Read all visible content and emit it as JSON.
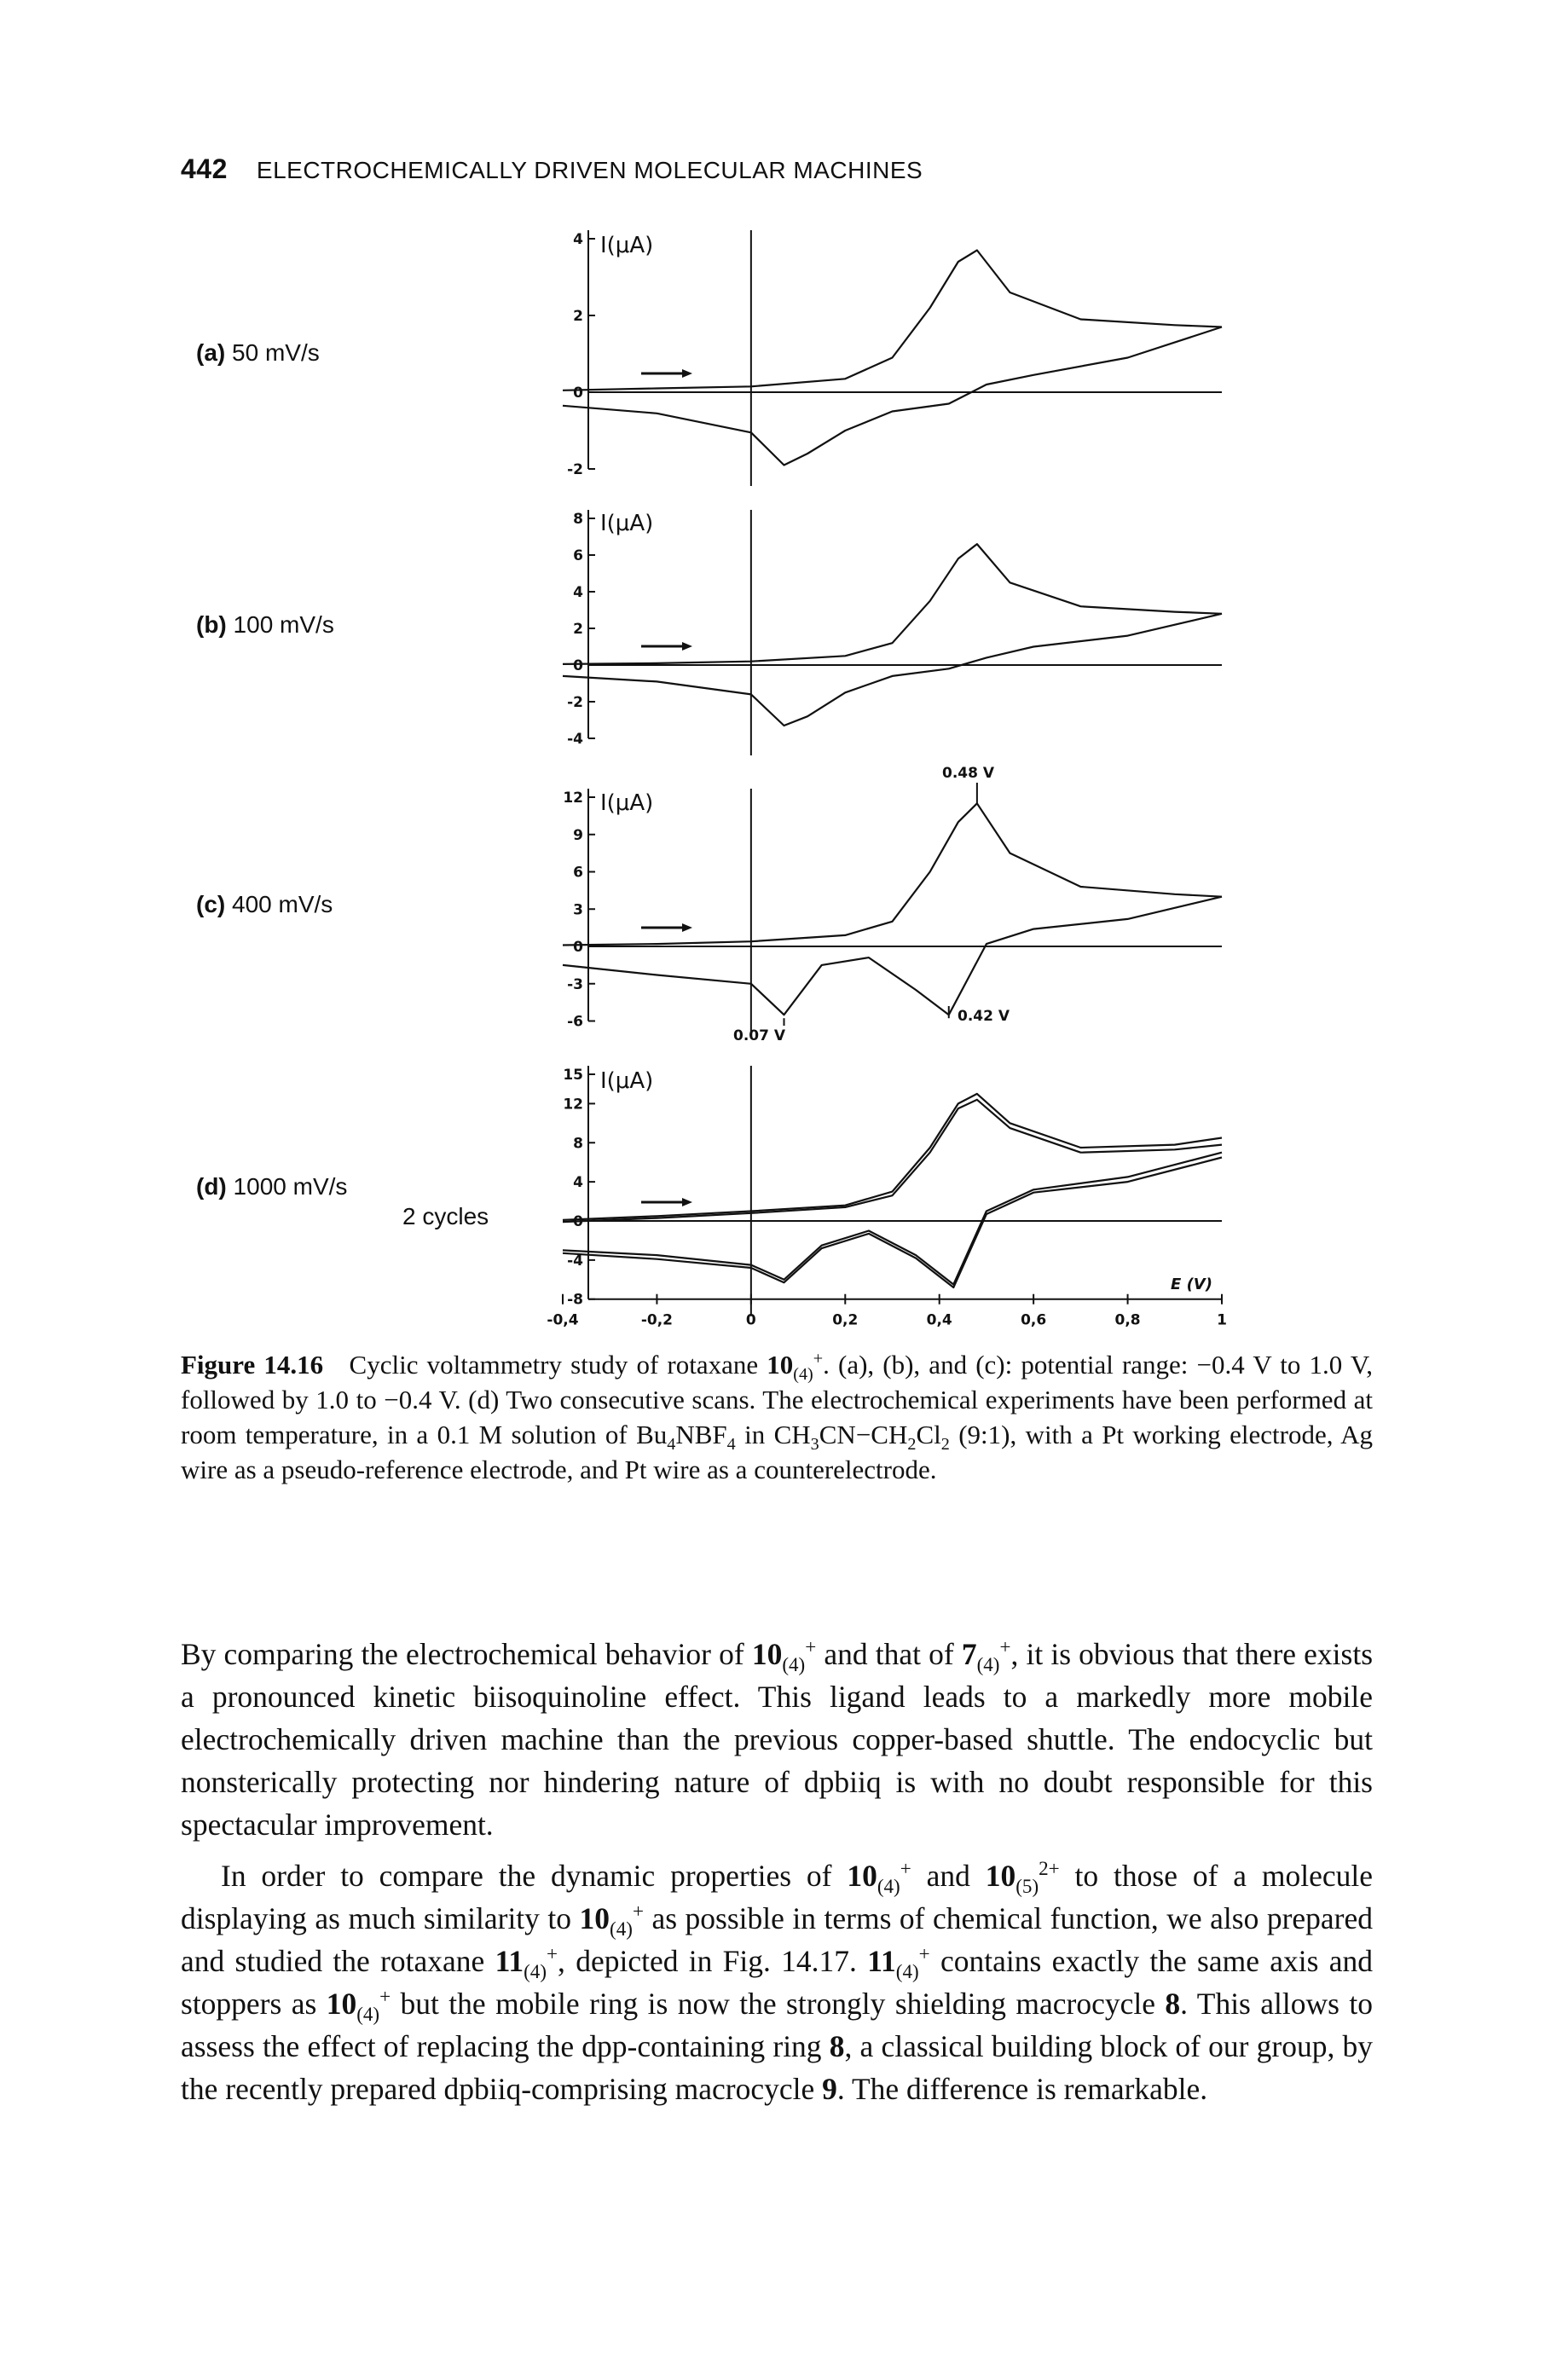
{
  "header": {
    "page_number": "442",
    "running_title": "ELECTROCHEMICALLY DRIVEN MOLECULAR MACHINES"
  },
  "figure": {
    "panels": [
      {
        "letter": "(a)",
        "rate": "50 mV/s",
        "extra": "",
        "yunit": "I(μA)",
        "yticks": [
          "4",
          "2",
          "0",
          "-2"
        ]
      },
      {
        "letter": "(b)",
        "rate": "100 mV/s",
        "extra": "",
        "yunit": "I(μA)",
        "yticks": [
          "8",
          "6",
          "4",
          "2",
          "0",
          "-2",
          "-4"
        ]
      },
      {
        "letter": "(c)",
        "rate": "400 mV/s",
        "extra": "",
        "yunit": "I(μA)",
        "yticks": [
          "12",
          "9",
          "6",
          "3",
          "0",
          "-3",
          "-6"
        ]
      },
      {
        "letter": "(d)",
        "rate": "1000 mV/s",
        "extra": "2 cycles",
        "yunit": "I(μA)",
        "yticks": [
          "15",
          "12",
          "8",
          "4",
          "0",
          "-4",
          "-8"
        ]
      }
    ],
    "annotations": {
      "peak_anodic": "0.48 V",
      "peak_cathodic_1": "0.07 V",
      "peak_cathodic_2": "0.42 V"
    },
    "x_axis": {
      "label": "E (V)",
      "ticks": [
        "-0,4",
        "-0,2",
        "0",
        "0,2",
        "0,4",
        "0,6",
        "0,8",
        "1"
      ]
    }
  },
  "chart_data": [
    {
      "type": "line",
      "title": "(a) 50 mV/s",
      "xlabel": "",
      "ylabel": "I(μA)",
      "ylim": [
        -2,
        4
      ],
      "xlim": [
        -0.4,
        1.0
      ],
      "series": [
        {
          "name": "",
          "x": [
            -0.4,
            -0.2,
            0.0,
            0.2,
            0.3,
            0.38,
            0.44,
            0.48,
            0.55,
            0.7,
            0.9,
            1.0
          ],
          "y": [
            0.05,
            0.1,
            0.15,
            0.35,
            0.9,
            2.2,
            3.4,
            3.7,
            2.6,
            1.9,
            1.75,
            1.7
          ]
        },
        {
          "name": "",
          "x": [
            1.0,
            0.8,
            0.6,
            0.5,
            0.42,
            0.3,
            0.2,
            0.12,
            0.07,
            0.0,
            -0.2,
            -0.4
          ],
          "y": [
            1.7,
            0.9,
            0.45,
            0.2,
            -0.3,
            -0.5,
            -1.0,
            -1.6,
            -1.9,
            -1.05,
            -0.55,
            -0.35
          ]
        }
      ]
    },
    {
      "type": "line",
      "title": "(b) 100 mV/s",
      "xlabel": "",
      "ylabel": "I(μA)",
      "ylim": [
        -4,
        8
      ],
      "xlim": [
        -0.4,
        1.0
      ],
      "series": [
        {
          "name": "",
          "x": [
            -0.4,
            -0.2,
            0.0,
            0.2,
            0.3,
            0.38,
            0.44,
            0.48,
            0.55,
            0.7,
            0.9,
            1.0
          ],
          "y": [
            0.05,
            0.1,
            0.2,
            0.5,
            1.2,
            3.5,
            5.8,
            6.6,
            4.5,
            3.2,
            2.9,
            2.8
          ]
        },
        {
          "name": "",
          "x": [
            1.0,
            0.8,
            0.6,
            0.5,
            0.42,
            0.3,
            0.2,
            0.12,
            0.07,
            0.0,
            -0.2,
            -0.4
          ],
          "y": [
            2.8,
            1.6,
            1.0,
            0.4,
            -0.2,
            -0.6,
            -1.5,
            -2.8,
            -3.3,
            -1.6,
            -0.9,
            -0.6
          ]
        }
      ]
    },
    {
      "type": "line",
      "title": "(c) 400 mV/s",
      "xlabel": "",
      "ylabel": "I(μA)",
      "ylim": [
        -6,
        12
      ],
      "xlim": [
        -0.4,
        1.0
      ],
      "series": [
        {
          "name": "",
          "x": [
            -0.4,
            -0.2,
            0.0,
            0.2,
            0.3,
            0.38,
            0.44,
            0.48,
            0.55,
            0.7,
            0.9,
            1.0
          ],
          "y": [
            0.1,
            0.2,
            0.4,
            0.9,
            2.0,
            6.0,
            10.0,
            11.5,
            7.5,
            4.8,
            4.2,
            4.0
          ]
        },
        {
          "name": "",
          "x": [
            1.0,
            0.8,
            0.6,
            0.5,
            0.42,
            0.35,
            0.25,
            0.15,
            0.07,
            0.0,
            -0.2,
            -0.4
          ],
          "y": [
            4.0,
            2.2,
            1.4,
            0.2,
            -5.5,
            -3.5,
            -0.9,
            -1.5,
            -5.5,
            -3.0,
            -2.3,
            -1.5
          ]
        }
      ]
    },
    {
      "type": "line",
      "title": "(d) 1000 mV/s 2 cycles",
      "xlabel": "E (V)",
      "ylabel": "I(μA)",
      "ylim": [
        -8,
        15
      ],
      "xlim": [
        -0.4,
        1.0
      ],
      "series": [
        {
          "name": "",
          "x": [
            -0.4,
            -0.2,
            0.0,
            0.2,
            0.3,
            0.38,
            0.44,
            0.48,
            0.55,
            0.7,
            0.9,
            1.0
          ],
          "y": [
            0.1,
            0.5,
            1.0,
            1.6,
            3.0,
            7.5,
            12.0,
            13.0,
            10.0,
            7.5,
            7.8,
            8.5
          ]
        },
        {
          "name": "",
          "x": [
            1.0,
            0.8,
            0.6,
            0.5,
            0.43,
            0.35,
            0.25,
            0.15,
            0.07,
            0.0,
            -0.2,
            -0.4
          ],
          "y": [
            7.0,
            4.5,
            3.2,
            1.0,
            -6.5,
            -3.5,
            -1.0,
            -2.5,
            -6.0,
            -4.5,
            -3.5,
            -3.0
          ]
        },
        {
          "name": "",
          "x": [
            -0.4,
            -0.2,
            0.0,
            0.2,
            0.3,
            0.38,
            0.44,
            0.48,
            0.55,
            0.7,
            0.9,
            1.0
          ],
          "y": [
            -0.1,
            0.3,
            0.8,
            1.4,
            2.6,
            7.0,
            11.5,
            12.4,
            9.5,
            7.0,
            7.3,
            7.8
          ]
        },
        {
          "name": "",
          "x": [
            1.0,
            0.8,
            0.6,
            0.5,
            0.43,
            0.35,
            0.25,
            0.15,
            0.07,
            0.0,
            -0.2,
            -0.4
          ],
          "y": [
            6.5,
            4.0,
            2.9,
            0.7,
            -6.8,
            -3.8,
            -1.3,
            -2.8,
            -6.3,
            -4.8,
            -3.9,
            -3.3
          ]
        }
      ]
    }
  ],
  "caption": {
    "label": "Figure 14.16",
    "text_1": "Cyclic voltammetry study of rotaxane ",
    "cmpd": "10",
    "cmpd_sub": "(4)",
    "cmpd_sup": "+",
    "text_2": ". (a), (b), and (c): potential range: −0.4 V to 1.0 V, followed by 1.0 to −0.4 V. (d) Two consecutive scans. The electrochemical experiments have been performed at room temperature, in a 0.1 M solution of Bu",
    "sub4": "4",
    "text_3": "NBF",
    "text_4": " in CH",
    "sub3": "3",
    "text_5": "CN−CH",
    "sub2": "2",
    "text_6": "Cl",
    "text_7": " (9:1), with a Pt working electrode, Ag wire as a pseudo-reference electrode, and Pt wire as a counterelectrode."
  },
  "body": {
    "p1": {
      "a": "By comparing the electrochemical behavior of ",
      "c1": "10",
      "c1_sub": "(4)",
      "c1_sup": "+",
      "b": " and that of ",
      "c2": "7",
      "c2_sub": "(4)",
      "c2_sup": "+",
      "c": ", it is obvious that there exists a pronounced kinetic biisoquinoline effect. This ligand leads to a markedly more mobile electrochemically driven machine than the previous copper-based shuttle. The endocyclic but nonsterically protecting nor hindering nature of dpbiiq is with no doubt responsible for this spectacular improvement."
    },
    "p2": {
      "a": "In order to compare the dynamic properties of ",
      "c1": "10",
      "c1_sub": "(4)",
      "c1_sup": "+",
      "b": " and ",
      "c2": "10",
      "c2_sub": "(5)",
      "c2_sup": "2+",
      "c": " to those of a molecule displaying as much similarity to ",
      "c3": "10",
      "c3_sub": "(4)",
      "c3_sup": "+",
      "d": " as possible in terms of chemical function, we also prepared and studied the rotaxane ",
      "c4": "11",
      "c4_sub": "(4)",
      "c4_sup": "+",
      "e": ", depicted in Fig. 14.17. ",
      "c5": "11",
      "c5_sub": "(4)",
      "c5_sup": "+",
      "f": " contains exactly the same axis and stoppers as ",
      "c6": "10",
      "c6_sub": "(4)",
      "c6_sup": "+",
      "g": " but the mobile ring is now the strongly shielding macrocycle ",
      "c7": "8",
      "h": ". This allows to assess the effect of replacing the dpp-containing ring ",
      "c8": "8",
      "i": ", a classical building block of our group, by the recently prepared dpbiiq-comprising macrocycle ",
      "c9": "9",
      "j": ". The difference is remarkable."
    }
  }
}
